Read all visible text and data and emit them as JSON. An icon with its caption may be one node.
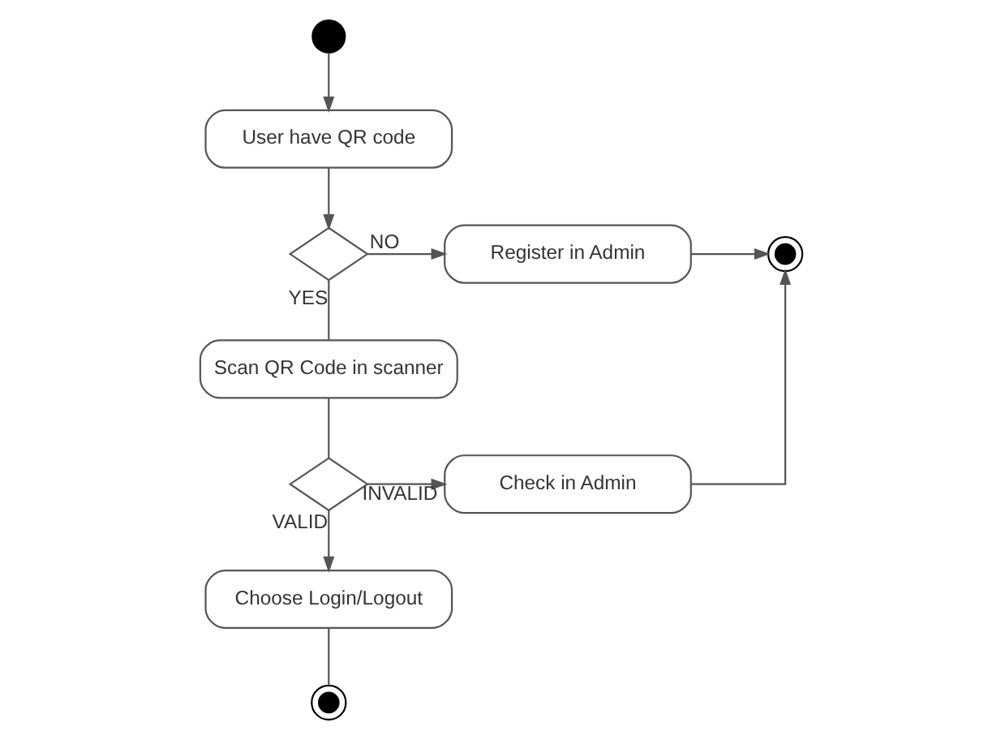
{
  "diagram": {
    "nodes": [
      {
        "text": [],
        "shape": "circle"
      },
      {
        "text": [
          "User have QR code"
        ]
      },
      {
        "text": [],
        "shape": "diamond"
      },
      {
        "text": [
          "Register in Admin"
        ]
      },
      {
        "text": [],
        "shape": "circle"
      },
      {
        "text": [
          "Scan QR Code in scanner"
        ]
      },
      {
        "text": [],
        "shape": "diamond"
      },
      {
        "text": [
          "Check in Admin"
        ]
      },
      {
        "text": [
          "Choose Login/Logout"
        ]
      },
      {
        "text": [],
        "shape": "circle"
      }
    ],
    "edges": [
      {
        "from": 0,
        "to": 1,
        "arrow": "to"
      },
      {
        "from": 1,
        "to": 2,
        "arrow": "to"
      },
      {
        "from": 2,
        "to": 3,
        "arrow": "to",
        "label": "NO"
      },
      {
        "from": 3,
        "to": 4,
        "arrow": "to"
      },
      {
        "from": 2,
        "to": 5,
        "arrow": "none",
        "label": "YES"
      },
      {
        "from": 5,
        "to": 6,
        "arrow": "none"
      },
      {
        "from": 6,
        "to": 7,
        "arrow": "to",
        "label": "INVALID"
      },
      {
        "from": 7,
        "to": 4,
        "arrow": "to"
      },
      {
        "from": 6,
        "to": 8,
        "arrow": "to",
        "label": "VALID"
      },
      {
        "from": 8,
        "to": 9,
        "arrow": "none"
      }
    ]
  }
}
